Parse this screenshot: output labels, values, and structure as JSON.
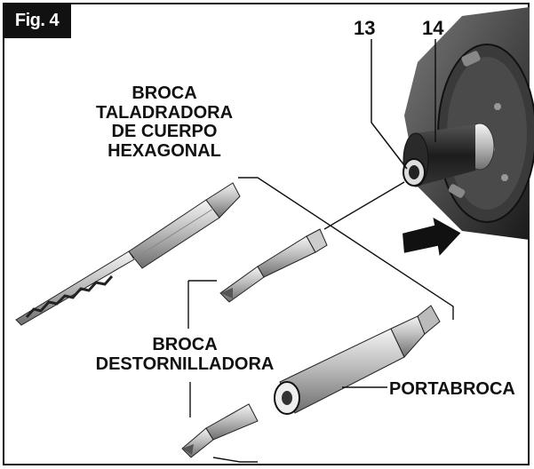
{
  "figure": {
    "tag": "Fig. 4"
  },
  "callouts": {
    "n13": "13",
    "n14": "14"
  },
  "labels": {
    "hex_drill_bit": [
      "BROCA",
      "TALADRADORA",
      "DE CUERPO",
      "HEXAGONAL"
    ],
    "screwdriver_bit": [
      "BROCA",
      "DESTORNILLADORA"
    ],
    "bit_holder": "PORTABROCA"
  },
  "icons": [
    "drill-chuck",
    "hex-drill-bit",
    "screwdriver-bit",
    "bit-holder",
    "insert-arrow"
  ]
}
